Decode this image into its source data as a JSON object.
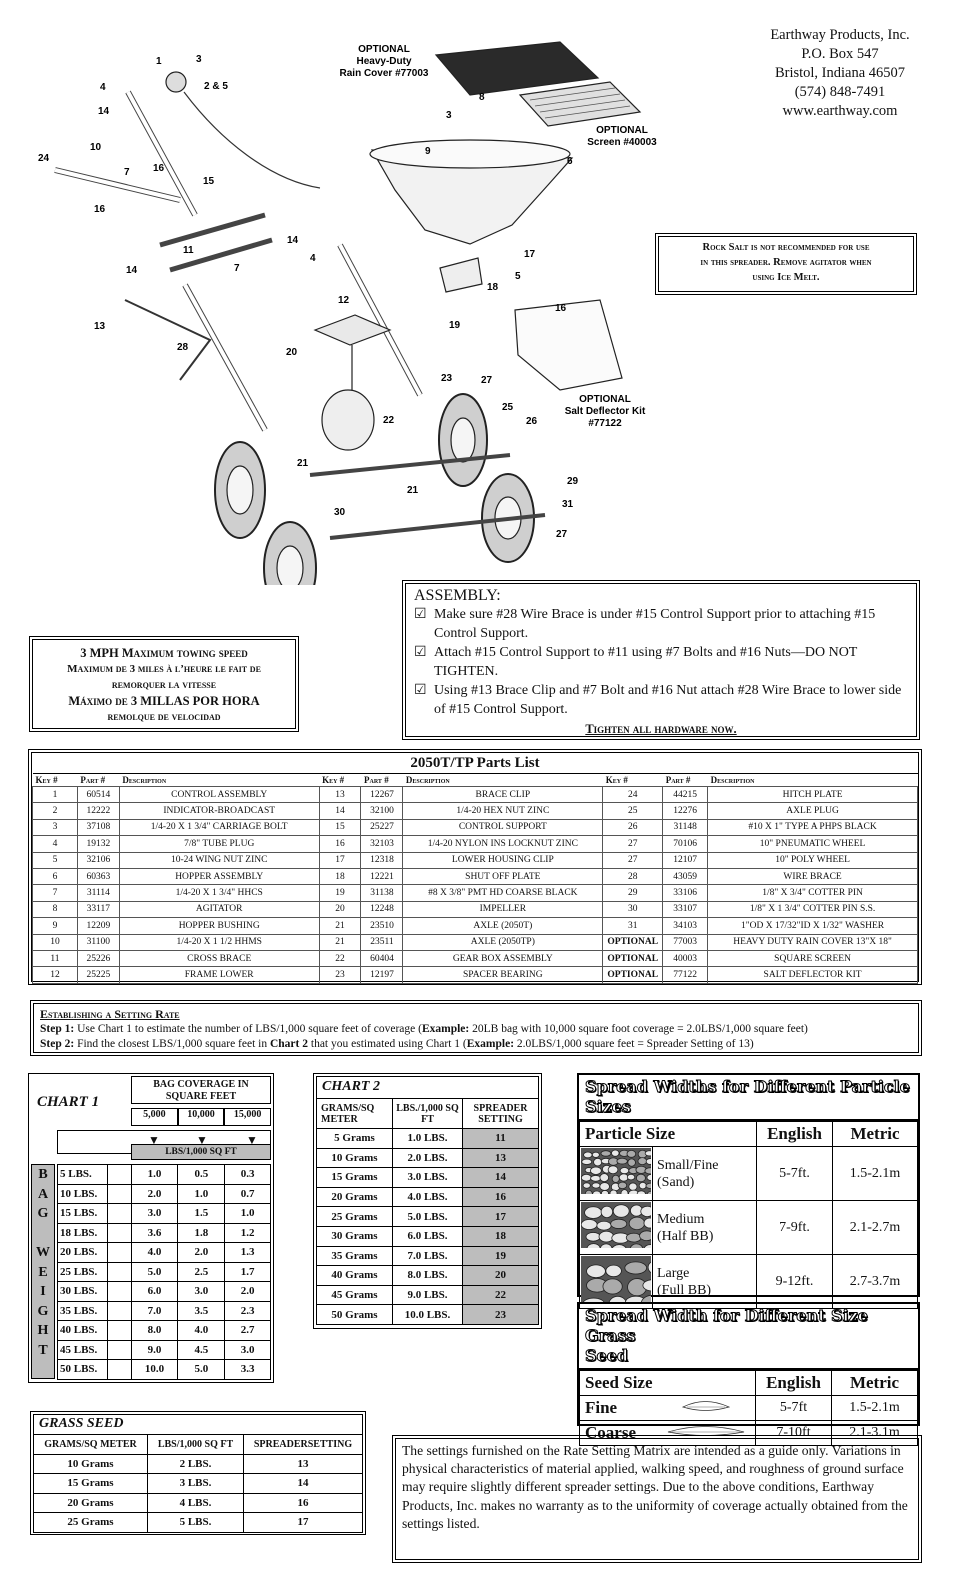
{
  "company": {
    "name": "Earthway Products, Inc.",
    "po_box": "P.O. Box 547",
    "city": "Bristol, Indiana 46507",
    "phone": "(574) 848-7491",
    "website": "www.earthway.com"
  },
  "diagram": {
    "rain_cover": {
      "label1": "OPTIONAL",
      "label2": "Heavy-Duty",
      "label3": "Rain Cover #77003"
    },
    "screen": {
      "label1": "OPTIONAL",
      "label2": "Screen #40003"
    },
    "deflector": {
      "label1": "OPTIONAL",
      "label2": "Salt Deflector Kit",
      "label3": "#77122"
    },
    "callouts": [
      "1",
      "3",
      "2 & 5",
      "4",
      "14",
      "10",
      "24",
      "7",
      "16",
      "15",
      "16",
      "11",
      "14",
      "7",
      "14",
      "8",
      "3",
      "9",
      "6",
      "4",
      "17",
      "5",
      "18",
      "12",
      "19",
      "20",
      "16",
      "13",
      "28",
      "23",
      "27",
      "22",
      "25",
      "26",
      "21",
      "21",
      "29",
      "31",
      "30",
      "27"
    ]
  },
  "rock_salt": {
    "line1": "Rock Salt is not recommended for use",
    "line2": "in this spreader.  Remove agitator when",
    "line3": "using  Ice Melt."
  },
  "mph": {
    "line1": "3 MPH Maximum towing speed",
    "line2": "Maximum de 3 miles à l’heure le fait de",
    "line3": "remorquer la vitesse",
    "line4": "Máximo de 3 MILLAS POR HORA",
    "line5": "remolque de velocidad"
  },
  "assembly": {
    "title": "ASSEMBLY:",
    "steps": [
      "Make sure #28 Wire Brace is under #15  Control Support prior to attaching #15 Control Support.",
      "Attach #15 Control Support to #11 using #7 Bolts and #16 Nuts—DO NOT TIGHTEN.",
      "Using #13 Brace Clip and #7 Bolt and #16 Nut attach #28 Wire Brace to lower side of #15 Control Support."
    ],
    "checkbox": "☑",
    "footer": "Tighten all hardware now",
    "footer_end": "."
  },
  "parts": {
    "title": "2050T/TP Parts List",
    "headers": [
      "Key #",
      "Part #",
      "Description"
    ],
    "rows": [
      [
        [
          "1",
          "60514",
          "CONTROL ASSEMBLY"
        ],
        [
          "13",
          "12267",
          "BRACE CLIP"
        ],
        [
          "24",
          "44215",
          "HITCH PLATE"
        ]
      ],
      [
        [
          "2",
          "12222",
          "INDICATOR-BROADCAST"
        ],
        [
          "14",
          "32100",
          "1/4-20 HEX NUT ZINC"
        ],
        [
          "25",
          "12276",
          "AXLE PLUG"
        ]
      ],
      [
        [
          "3",
          "37108",
          "1/4-20 X 1 3/4\" CARRIAGE BOLT"
        ],
        [
          "15",
          "25227",
          "CONTROL SUPPORT"
        ],
        [
          "26",
          "31148",
          "#10 X 1\" TYPE A PHPS BLACK"
        ]
      ],
      [
        [
          "4",
          "19132",
          "7/8\" TUBE PLUG"
        ],
        [
          "16",
          "32103",
          "1/4-20 NYLON INS LOCKNUT ZINC"
        ],
        [
          "27",
          "70106",
          "10\" PNEUMATIC WHEEL"
        ]
      ],
      [
        [
          "5",
          "32106",
          "10-24 WING NUT ZINC"
        ],
        [
          "17",
          "12318",
          "LOWER HOUSING CLIP"
        ],
        [
          "27",
          "12107",
          "10\" POLY WHEEL"
        ]
      ],
      [
        [
          "6",
          "60363",
          "HOPPER ASSEMBLY"
        ],
        [
          "18",
          "12221",
          "SHUT OFF PLATE"
        ],
        [
          "28",
          "43059",
          "WIRE BRACE"
        ]
      ],
      [
        [
          "7",
          "31114",
          "1/4-20 X 1 3/4\" HHCS"
        ],
        [
          "19",
          "31138",
          "#8 X 3/8\" PMT HD COARSE BLACK"
        ],
        [
          "29",
          "33106",
          "1/8\" X 3/4\" COTTER PIN"
        ]
      ],
      [
        [
          "8",
          "33117",
          "AGITATOR"
        ],
        [
          "20",
          "12248",
          "IMPELLER"
        ],
        [
          "30",
          "33107",
          "1/8\" X 1 3/4\" COTTER PIN S.S."
        ]
      ],
      [
        [
          "9",
          "12209",
          "HOPPER BUSHING"
        ],
        [
          "21",
          "23510",
          "AXLE (2050T)"
        ],
        [
          "31",
          "34103",
          "1\"OD X 17/32\"ID X 1/32\" WASHER"
        ]
      ],
      [
        [
          "10",
          "31100",
          "1/4-20 X 1 1/2 HHMS"
        ],
        [
          "21",
          "23511",
          "AXLE (2050TP)"
        ],
        [
          "OPTIONAL",
          "77003",
          "HEAVY DUTY RAIN COVER 13\"X 18\""
        ]
      ],
      [
        [
          "11",
          "25226",
          "CROSS BRACE"
        ],
        [
          "22",
          "60404",
          "GEAR BOX  ASSEMBLY"
        ],
        [
          "OPTIONAL",
          "40003",
          "SQUARE SCREEN"
        ]
      ],
      [
        [
          "12",
          "25225",
          "FRAME LOWER"
        ],
        [
          "23",
          "12197",
          "SPACER BEARING"
        ],
        [
          "OPTIONAL",
          "77122",
          "SALT DEFLECTOR KIT"
        ]
      ]
    ]
  },
  "rate": {
    "title": "Establishing a Setting Rate",
    "step1_label": "Step 1:",
    "step1_text": " Use Chart 1 to estimate the number of LBS/1,000 square feet of coverage (",
    "step1_ex_label": "Example:",
    "step1_ex_text": " 20LB bag with 10,000 square foot coverage = 2.0LBS/1,000 square feet)",
    "step2_label": "Step 2:",
    "step2_text": " Find the closest LBS/1,000 square feet in ",
    "step2_chart": "Chart 2",
    "step2_text2": " that you estimated using Chart 1 (",
    "step2_ex_label": "Example:",
    "step2_ex_text": " 2.0LBS/1,000 square feet = Spreader Setting of 13)"
  },
  "chart1": {
    "title": "CHART 1",
    "coverage_header1": "BAG COVERAGE IN",
    "coverage_header2": "SQUARE FEET",
    "coverage_cols": [
      "5,000",
      "10,000",
      "15,000"
    ],
    "arrow": "▼",
    "sub_header": "LBS/1,000 SQ FT",
    "side_label": [
      "B",
      "A",
      "G",
      "",
      "W",
      "E",
      "I",
      "G",
      "H",
      "T"
    ],
    "rows": [
      [
        "5 LBS.",
        "1.0",
        "0.5",
        "0.3"
      ],
      [
        "10 LBS.",
        "2.0",
        "1.0",
        "0.7"
      ],
      [
        "15 LBS.",
        "3.0",
        "1.5",
        "1.0"
      ],
      [
        "18 LBS.",
        "3.6",
        "1.8",
        "1.2"
      ],
      [
        "20 LBS.",
        "4.0",
        "2.0",
        "1.3"
      ],
      [
        "25 LBS.",
        "5.0",
        "2.5",
        "1.7"
      ],
      [
        "30 LBS.",
        "6.0",
        "3.0",
        "2.0"
      ],
      [
        "35 LBS.",
        "7.0",
        "3.5",
        "2.3"
      ],
      [
        "40 LBS.",
        "8.0",
        "4.0",
        "2.7"
      ],
      [
        "45 LBS.",
        "9.0",
        "4.5",
        "3.0"
      ],
      [
        "50 LBS.",
        "10.0",
        "5.0",
        "3.3"
      ]
    ]
  },
  "chart2": {
    "title": "CHART 2",
    "headers": [
      "GRAMS/SQ METER",
      "LBS./1,000 SQ FT",
      "SPREADER SETTING"
    ],
    "rows": [
      [
        "5 Grams",
        "1.0 LBS.",
        "11"
      ],
      [
        "10 Grams",
        "2.0 LBS.",
        "13"
      ],
      [
        "15 Grams",
        "3.0 LBS.",
        "14"
      ],
      [
        "20 Grams",
        "4.0 LBS.",
        "16"
      ],
      [
        "25 Grams",
        "5.0 LBS.",
        "17"
      ],
      [
        "30 Grams",
        "6.0 LBS.",
        "18"
      ],
      [
        "35 Grams",
        "7.0 LBS.",
        "19"
      ],
      [
        "40 Grams",
        "8.0 LBS.",
        "20"
      ],
      [
        "45 Grams",
        "9.0 LBS.",
        "22"
      ],
      [
        "50 Grams",
        "10.0 LBS.",
        "23"
      ]
    ]
  },
  "spread_particle": {
    "title1": "Spread Widths for Different Particle",
    "title2": "Sizes",
    "headers": [
      "Particle Size",
      "English",
      "Metric"
    ],
    "rows": [
      {
        "name1": "Small/Fine",
        "name2": "(Sand)",
        "english": "5-7ft.",
        "metric": "1.5-2.1m"
      },
      {
        "name1": "Medium",
        "name2": "(Half BB)",
        "english": "7-9ft.",
        "metric": "2.1-2.7m"
      },
      {
        "name1": "Large",
        "name2": "(Full BB)",
        "english": "9-12ft.",
        "metric": "2.7-3.7m"
      }
    ]
  },
  "spread_seed": {
    "title1": "Spread Width for Different Size Grass",
    "title2": "Seed",
    "headers": [
      "Seed Size",
      "English",
      "Metric"
    ],
    "rows": [
      {
        "name": "Fine",
        "english": "5-7ft",
        "metric": "1.5-2.1m"
      },
      {
        "name": "Coarse",
        "english": "7-10ft",
        "metric": "2.1-3.1m"
      }
    ]
  },
  "grass_seed": {
    "title": "GRASS SEED",
    "headers": [
      "GRAMS/SQ METER",
      "LBS/1,000 SQ FT",
      "SPREADERSETTING"
    ],
    "rows": [
      [
        "10 Grams",
        "2 LBS.",
        "13"
      ],
      [
        "15 Grams",
        "3 LBS.",
        "14"
      ],
      [
        "20 Grams",
        "4 LBS.",
        "16"
      ],
      [
        "25 Grams",
        "5 LBS.",
        "17"
      ]
    ]
  },
  "disclaimer": "The settings furnished on the Rate Setting Matrix are intended as a guide only. Variations in physical characteristics of material applied, walking speed, and roughness of ground surface may require slightly different spreader settings. Due to the above conditions, Earthway Products, Inc. makes no warranty as to the uniformity of coverage actually obtained from the settings listed."
}
